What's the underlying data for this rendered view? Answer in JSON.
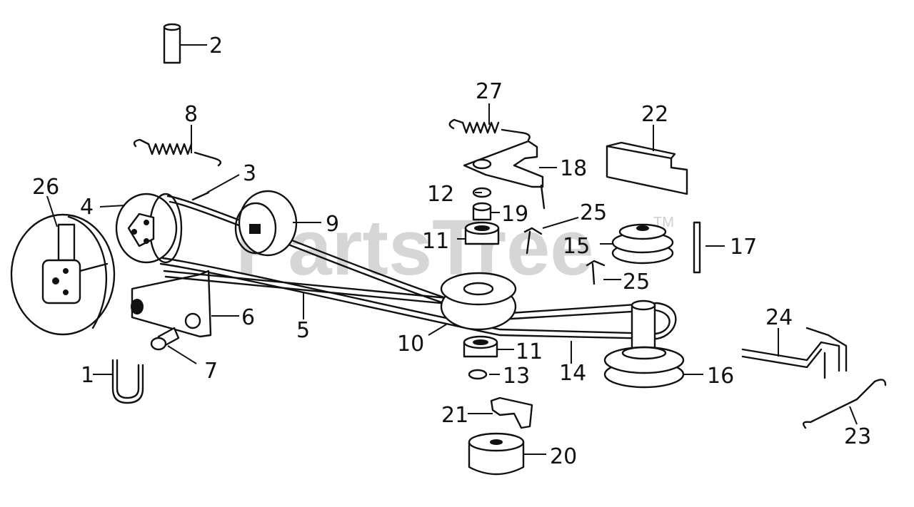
{
  "watermark": {
    "text": "PartsTree",
    "trademark": "TM"
  },
  "callouts": [
    "1",
    "2",
    "3",
    "4",
    "5",
    "6",
    "7",
    "8",
    "9",
    "10",
    "11",
    "11",
    "12",
    "13",
    "14",
    "15",
    "16",
    "17",
    "18",
    "19",
    "20",
    "21",
    "22",
    "23",
    "24",
    "25",
    "25",
    "26",
    "27"
  ]
}
